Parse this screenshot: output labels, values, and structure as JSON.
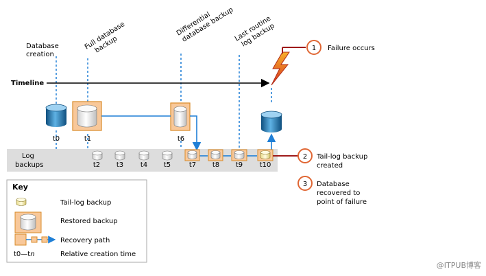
{
  "colors": {
    "accent_orange": "#e06633",
    "blue": "#1f7fd6",
    "dark_red": "#9e1a1a",
    "orange_fill": "#f8c89a",
    "orange_border": "#d98b2a",
    "strip": "#dddddd"
  },
  "events": {
    "database_creation": [
      "Database",
      "creation"
    ],
    "full_backup": [
      "Full database",
      "backup"
    ],
    "differential_backup": [
      "Differential",
      "database backup"
    ],
    "last_routine_log": [
      "Last routine",
      "log backup"
    ]
  },
  "timeline_label": "Timeline",
  "log_backups_label": [
    "Log",
    "backups"
  ],
  "times": {
    "t0": "t0",
    "t1": "t1",
    "t6": "t6",
    "t2": "t2",
    "t3": "t3",
    "t4": "t4",
    "t5": "t5",
    "t7": "t7",
    "t8": "t8",
    "t9": "t9",
    "t10": "t10"
  },
  "steps": [
    {
      "number": "1",
      "text": [
        "Failure occurs"
      ]
    },
    {
      "number": "2",
      "text": [
        "Tail-log backup",
        "created"
      ]
    },
    {
      "number": "3",
      "text": [
        "Database",
        "recovered to",
        "point of failure"
      ]
    }
  ],
  "key": {
    "title": "Key",
    "tail_log": "Tail-log backup",
    "restored": "Restored backup",
    "recovery_path": "Recovery path",
    "relative_time_prefix": "t0—t",
    "relative_time_suffix": "n",
    "relative_time": "Relative creation time"
  },
  "watermark": "@ITPUB博客"
}
